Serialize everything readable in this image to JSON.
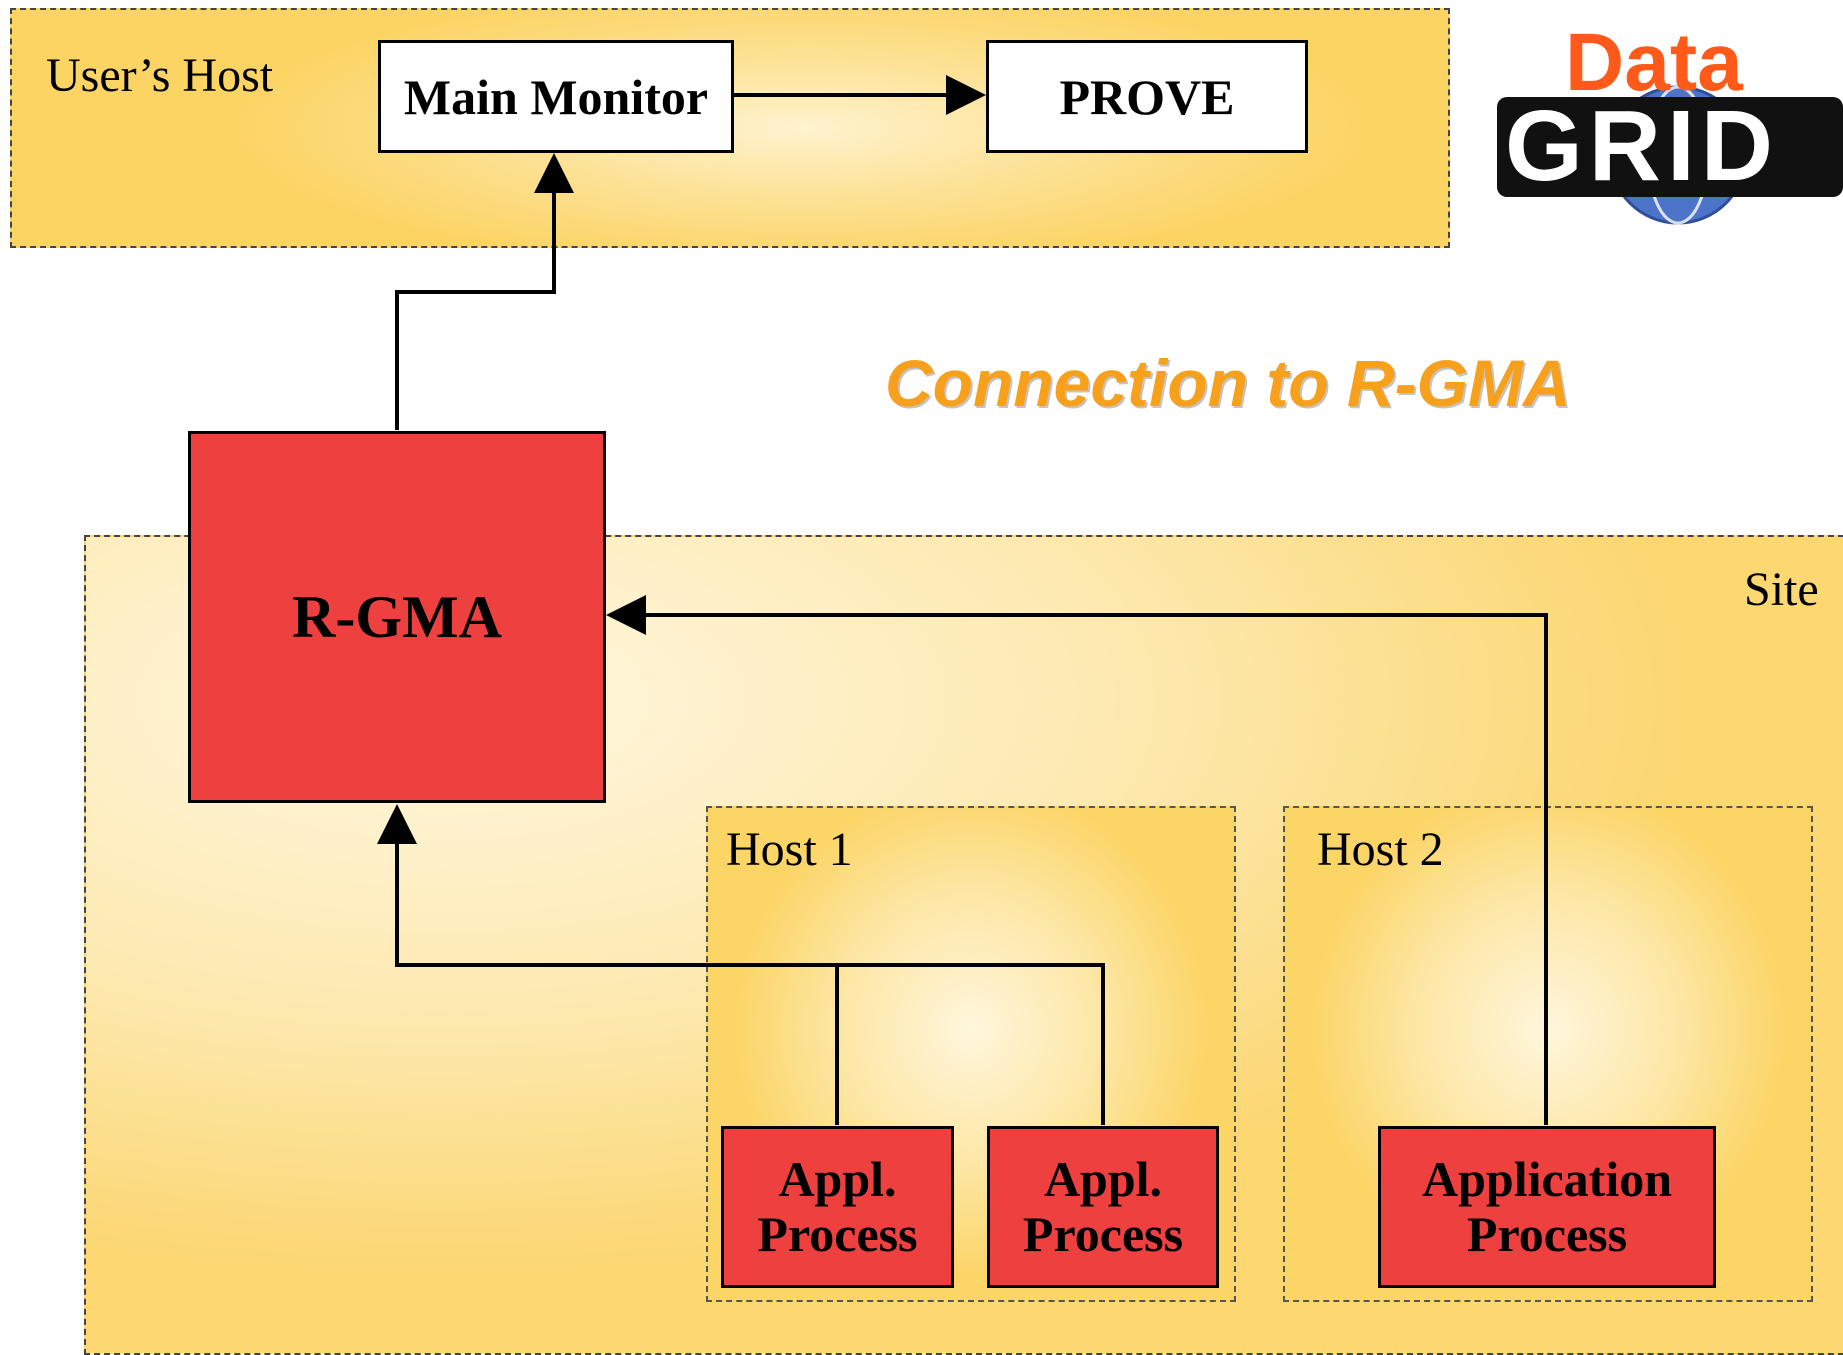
{
  "title": "Connection to R-GMA",
  "regions": {
    "users_host": "User’s Host",
    "site": "Site",
    "host1": "Host 1",
    "host2": "Host 2"
  },
  "nodes": {
    "main_monitor": "Main Monitor",
    "prove": "PROVE",
    "rgma": "R-GMA",
    "appl_process_1": {
      "line1": "Appl.",
      "line2": "Process"
    },
    "appl_process_2": {
      "line1": "Appl.",
      "line2": "Process"
    },
    "application_process": {
      "line1": "Application",
      "line2": "Process"
    }
  },
  "logo": {
    "top_word": "Data",
    "bottom_word": "GRID"
  },
  "colors": {
    "title": "#f7a01c",
    "node_red": "#ef4040",
    "region_fill": "#fcd463",
    "logo_orange": "#ff5a1a",
    "logo_globe": "#4c74c9"
  }
}
